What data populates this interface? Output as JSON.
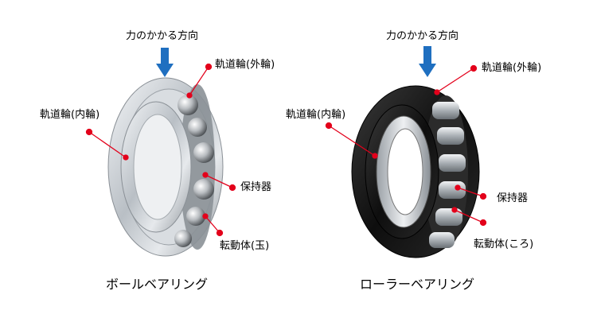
{
  "ball_bearing": {
    "force_label": "力のかかる方向",
    "labels": {
      "outer_ring": "軌道輪(外輪)",
      "inner_ring": "軌道輪(内輪)",
      "cage": "保持器",
      "rolling_element": "転動体(玉)"
    },
    "caption": "ボールベアリング"
  },
  "roller_bearing": {
    "force_label": "力のかかる方向",
    "labels": {
      "outer_ring": "軌道輪(外輪)",
      "inner_ring": "軌道輪(内輪)",
      "cage": "保持器",
      "rolling_element": "転動体(ころ)"
    },
    "caption": "ローラーベアリング"
  },
  "colors": {
    "arrow": "#1f6fc0",
    "leader": "#e3001b",
    "steel": "#c9ced3",
    "dark": "#1a1a1a"
  }
}
